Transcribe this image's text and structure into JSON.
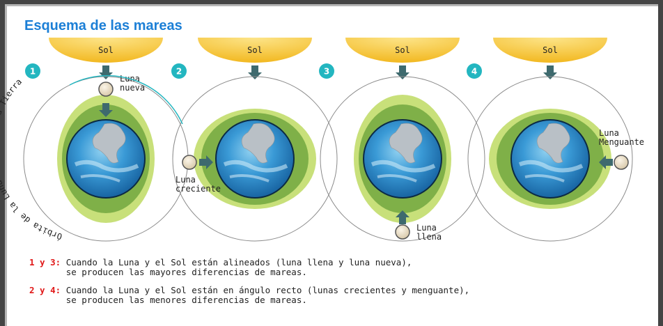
{
  "title": "Esquema de las mareas",
  "sun_label": "Sol",
  "orbit_label": "Órbita de la Luna en torno a la Tierra",
  "scenes": [
    {
      "number": "1",
      "moon_label": [
        "Luna",
        "nueva"
      ]
    },
    {
      "number": "2",
      "moon_label": [
        "Luna",
        "creciente"
      ]
    },
    {
      "number": "3",
      "moon_label": [
        "Luna",
        "llena"
      ]
    },
    {
      "number": "4",
      "moon_label": [
        "Luna",
        "Menguante"
      ]
    }
  ],
  "notes": [
    {
      "key": "1 y 3:",
      "line1": "Cuando la Luna y el Sol están alineados (luna llena y luna nueva),",
      "line2": "se producen las mayores diferencias de mareas."
    },
    {
      "key": "2 y 4:",
      "line1": "Cuando la Luna y el Sol están en ángulo recto (lunas crecientes y menguante),",
      "line2": "se producen las menores diferencias de mareas."
    }
  ],
  "colors": {
    "title": "#1c7fd6",
    "sun": "#f5c640",
    "arrow": "#3e6a6e",
    "badge": "#23b6c0",
    "bulge_outer": "#c8e07a",
    "bulge_inner": "#7fb048",
    "ocean": "#2a86c4",
    "moon": "#ece0c8",
    "note_key": "#e01818"
  }
}
